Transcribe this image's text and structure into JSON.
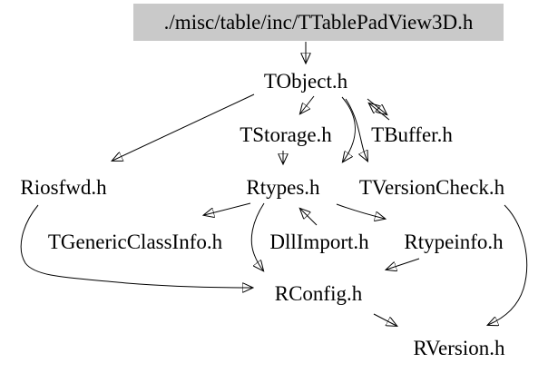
{
  "diagram": {
    "type": "include-dependency-graph",
    "colors": {
      "background": "#ffffff",
      "root_node_background": "#c9c9c9",
      "node_text": "#000000",
      "edge": "#000000"
    },
    "nodes": {
      "root": {
        "label": "./misc/table/inc/TTablePadView3D.h"
      },
      "tobject": {
        "label": "TObject.h"
      },
      "tstorage": {
        "label": "TStorage.h"
      },
      "tbuffer": {
        "label": "TBuffer.h"
      },
      "riosfwd": {
        "label": "Riosfwd.h"
      },
      "rtypes": {
        "label": "Rtypes.h"
      },
      "tversioncheck": {
        "label": "TVersionCheck.h"
      },
      "tgenericclassinfo": {
        "label": "TGenericClassInfo.h"
      },
      "dllimport": {
        "label": "DllImport.h"
      },
      "rtypeinfo": {
        "label": "Rtypeinfo.h"
      },
      "rconfig": {
        "label": "RConfig.h"
      },
      "rversion": {
        "label": "RVersion.h"
      }
    },
    "edges": [
      {
        "from": "root",
        "to": "tobject"
      },
      {
        "from": "tobject",
        "to": "tstorage"
      },
      {
        "from": "tobject",
        "to": "tbuffer"
      },
      {
        "from": "tbuffer",
        "to": "tobject"
      },
      {
        "from": "tobject",
        "to": "riosfwd"
      },
      {
        "from": "tobject",
        "to": "rtypes"
      },
      {
        "from": "tobject",
        "to": "tversioncheck"
      },
      {
        "from": "tstorage",
        "to": "rtypes"
      },
      {
        "from": "rtypes",
        "to": "tgenericclassinfo"
      },
      {
        "from": "dllimport",
        "to": "rtypes"
      },
      {
        "from": "rtypes",
        "to": "rtypeinfo"
      },
      {
        "from": "rtypes",
        "to": "rconfig"
      },
      {
        "from": "rtypeinfo",
        "to": "rconfig"
      },
      {
        "from": "riosfwd",
        "to": "rconfig"
      },
      {
        "from": "rconfig",
        "to": "rversion"
      },
      {
        "from": "tversioncheck",
        "to": "rversion"
      }
    ]
  }
}
